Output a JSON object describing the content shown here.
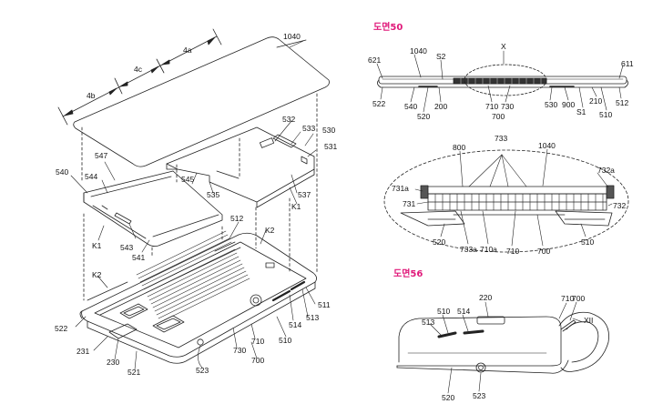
{
  "figures": {
    "fig50_title": "도면50",
    "fig56_title": "도면56"
  },
  "exploded_view": {
    "labels": {
      "l1040": "1040",
      "l4a": "4a",
      "l4c": "4c",
      "l4b": "4b",
      "l532": "532",
      "l533": "533",
      "l530": "530",
      "l531": "531",
      "l547": "547",
      "l540": "540",
      "l544": "544",
      "l545": "545",
      "l535": "535",
      "l537": "537",
      "lK1r": "K1",
      "lK1l": "K1",
      "l543": "543",
      "l541": "541",
      "l512": "512",
      "lK2r": "K2",
      "lK2l": "K2",
      "l511": "511",
      "l513": "513",
      "l514": "514",
      "l510": "510",
      "l522": "522",
      "l231": "231",
      "l230": "230",
      "l521": "521",
      "l730": "730",
      "l710": "710",
      "l700": "700",
      "l523": "523"
    }
  },
  "fig50_top": {
    "labels": {
      "l621": "621",
      "l1040": "1040",
      "lS2": "S2",
      "lX": "X",
      "l611": "611",
      "l522": "522",
      "l540": "540",
      "l520": "520",
      "l200": "200",
      "l710": "710",
      "l730": "730",
      "l700": "700",
      "l530": "530",
      "l900": "900",
      "lS1": "S1",
      "l210": "210",
      "l510": "510",
      "l512": "512"
    }
  },
  "fig50_detail": {
    "labels": {
      "l800": "800",
      "l733": "733",
      "l1040": "1040",
      "l731a": "731a",
      "l732a": "732a",
      "l731": "731",
      "l732": "732",
      "l520": "520",
      "l733a": "733a",
      "l710a": "710a",
      "l710": "710",
      "l700": "700",
      "l510": "510"
    }
  },
  "fig56": {
    "labels": {
      "l220": "220",
      "l710": "710",
      "l700": "700",
      "l510": "510",
      "l514": "514",
      "l513": "513",
      "lXII": "XII",
      "l520": "520",
      "l523": "523"
    }
  }
}
